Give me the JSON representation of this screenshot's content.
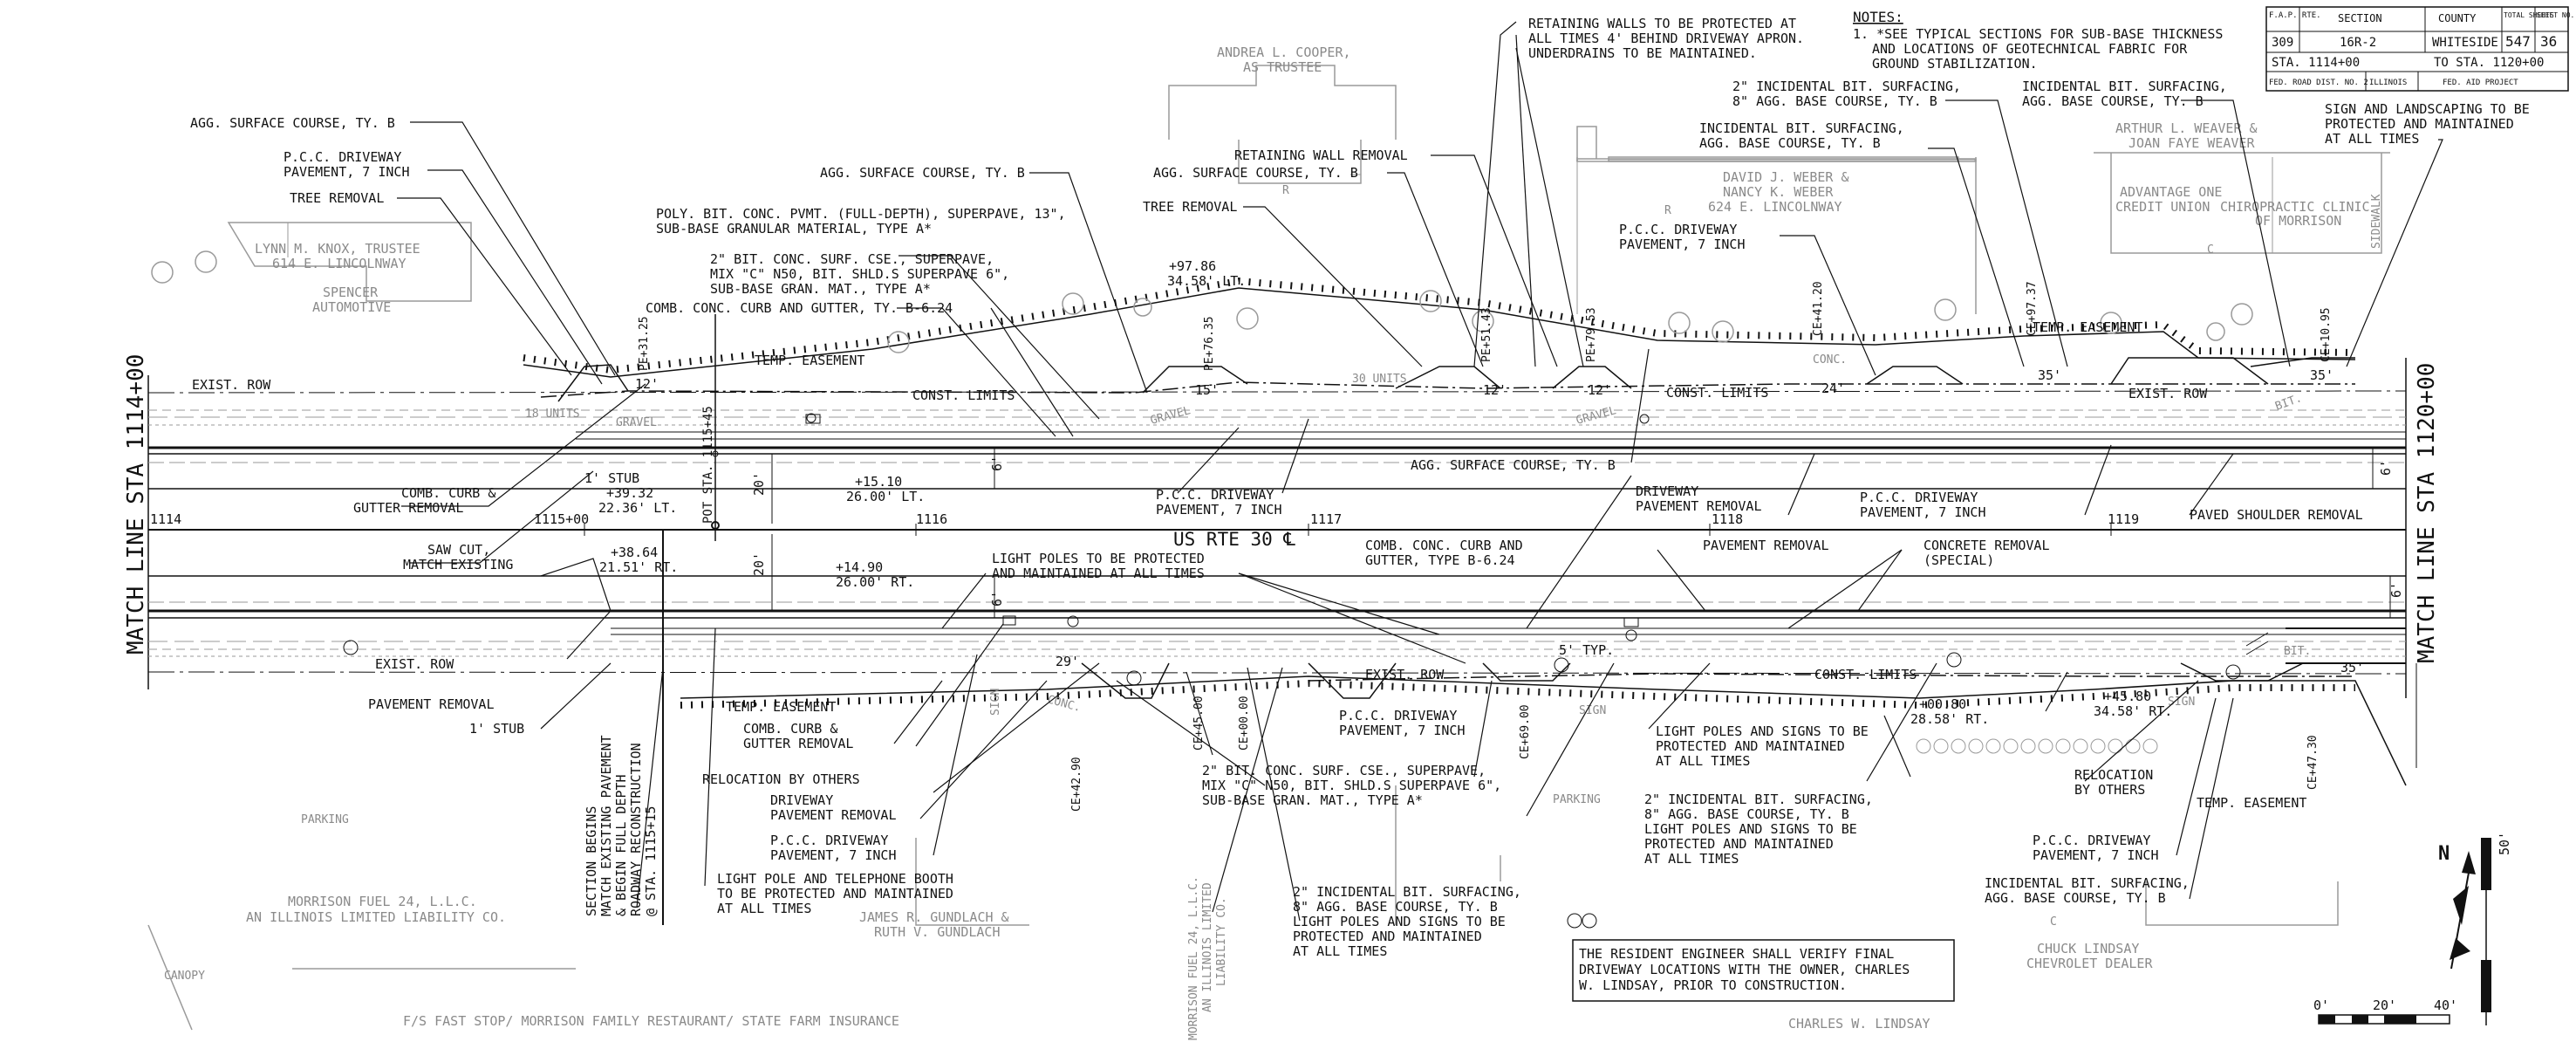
{
  "title_block": {
    "h_fap": "F.A.P. RTE.",
    "h_section": "SECTION",
    "h_county": "COUNTY",
    "h_total": "TOTAL SHEETS",
    "h_sheet": "SHEET NO.",
    "fap": "309",
    "section": "16R-2",
    "county": "WHITESIDE",
    "total": "547",
    "sheet": "36",
    "sta_from": "STA. 1114+00",
    "sta_to": "TO STA. 1120+00",
    "road_dist": "FED. ROAD DIST. NO. 2",
    "state": "ILLINOIS",
    "aid": "FED. AID PROJECT"
  },
  "notes": {
    "heading": "NOTES:",
    "line1": "1. *SEE TYPICAL SECTIONS FOR SUB-BASE THICKNESS",
    "line2": "AND LOCATIONS OF GEOTECHNICAL FABRIC FOR",
    "line3": "GROUND STABILIZATION."
  },
  "match_lines": {
    "left": "MATCH LINE STA 1114+00",
    "right": "MATCH LINE STA 1120+00"
  },
  "road": {
    "name": "US RTE 30 ℄",
    "stations": [
      "1114",
      "1115+00",
      "1116",
      "1117",
      "1118",
      "1119"
    ],
    "dim_20a": "20'",
    "dim_20b": "20'",
    "dim_6a": "6'",
    "dim_6b": "6'",
    "dim_6c": "6'",
    "dim_6d": "6'",
    "dim_12a": "12'",
    "dim_15": "15'",
    "dim_12b": "12'",
    "dim_12c": "12'",
    "dim_24": "24'",
    "dim_35a": "35'",
    "dim_35b": "35'",
    "dim_35c": "35'",
    "dim_29": "29'",
    "dim_5typ": "5' TYP."
  },
  "row_labels": {
    "exist_row_tl": "EXIST. ROW",
    "exist_row_tr": "EXIST. ROW",
    "exist_row_bl": "EXIST. ROW",
    "exist_row_bc": "EXIST. ROW",
    "temp_ease_t": "TEMP. EASEMENT",
    "temp_ease_tr": "TEMP. EASEMENT",
    "temp_ease_b": "TEMP. EASEMENT",
    "temp_ease_br": "TEMP. EASEMENT",
    "const_t1": "CONST. LIMITS",
    "const_t2": "CONST. LIMITS",
    "const_b": "CONST. LIMITS",
    "units18": "18 UNITS",
    "units30": "30 UNITS",
    "gravel1": "GRAVEL",
    "gravel2": "GRAVEL",
    "gravel3": "GRAVEL",
    "conc1": "CONC.",
    "conc2": "CONC.",
    "bit1": "BIT.",
    "bit2": "BIT.",
    "sign1": "SIGN",
    "sign2": "SIGN",
    "sign3": "SIGN",
    "parking1": "PARKING",
    "parking2": "PARKING",
    "canopy": "CANOPY",
    "sidewalk": "SIDEWALK",
    "r1": "R",
    "r2": "R",
    "c1": "C",
    "c2": "C"
  },
  "owners": {
    "andrea": "ANDREA L. COOPER,",
    "andrea2": "AS TRUSTEE",
    "weber1": "DAVID J. WEBER &",
    "weber2": "NANCY K. WEBER",
    "weber3": "624 E. LINCOLNWAY",
    "arthur1": "ARTHUR L. WEAVER &",
    "arthur2": "JOAN FAYE WEAVER",
    "advantage1": "ADVANTAGE ONE",
    "advantage2": "CREDIT UNION",
    "chiro1": "CHIROPRACTIC CLINIC",
    "chiro2": "OF MORRISON",
    "knox1": "LYNN M. KNOX, TRUSTEE",
    "knox2": "614 E. LINCOLNWAY",
    "spencer1": "SPENCER",
    "spencer2": "AUTOMOTIVE",
    "fuel1": "MORRISON FUEL 24, L.L.C.",
    "fuel2": "AN ILLINOIS LIMITED LIABILITY CO.",
    "gundlach1": "JAMES R. GUNDLACH &",
    "gundlach2": "RUTH V. GUNDLACH",
    "fuel_v1": "MORRISON FUEL 24, L.L.C.",
    "fuel_v2": "AN ILLINOIS LIMITED",
    "fuel_v3": "LIABILITY CO.",
    "lindsay1": "CHUCK LINDSAY",
    "lindsay2": "CHEVROLET DEALER",
    "bottom": "F/S FAST STOP/ MORRISON FAMILY RESTAURANT/ STATE FARM INSURANCE",
    "bottom_r": "CHARLES W. LINDSAY"
  },
  "callouts": {
    "agg_tl": "AGG. SURFACE COURSE, TY. B",
    "pcc_tl1": "P.C.C. DRIVEWAY",
    "pcc_tl2": "PAVEMENT, 7 INCH",
    "tree1": "TREE REMOVAL",
    "agg_tc": "AGG. SURFACE COURSE, TY. B",
    "poly1": "POLY. BIT. CONC. PVMT. (FULL-DEPTH), SUPERPAVE, 13\",",
    "poly2": "SUB-BASE GRANULAR MATERIAL, TYPE A*",
    "bit2a": "2\" BIT. CONC. SURF. CSE., SUPERPAVE,",
    "bit2b": "MIX \"C\" N50, BIT. SHLD.S SUPERPAVE 6\",",
    "bit2c": "SUB-BASE GRAN. MAT., TYPE A*",
    "curb_tc": "COMB. CONC. CURB AND GUTTER, TY. B-6.24",
    "walls1": "RETAINING WALLS TO BE PROTECTED AT",
    "walls2": "ALL TIMES 4' BEHIND DRIVEWAY APRON.",
    "walls3": "UNDERDRAINS TO BE MAINTAINED.",
    "wallrem": "RETAINING WALL REMOVAL",
    "agg_tr": "AGG. SURFACE COURSE, TY. B",
    "tree2": "TREE REMOVAL",
    "pcc_tr1": "P.C.C. DRIVEWAY",
    "pcc_tr2": "PAVEMENT, 7 INCH",
    "inc2a": "2\" INCIDENTAL BIT. SURFACING,",
    "inc2b": "8\" AGG. BASE COURSE, TY. B",
    "inc3a": "INCIDENTAL BIT. SURFACING,",
    "inc3b": "AGG. BASE COURSE, TY. B",
    "inc4a": "INCIDENTAL BIT. SURFACING,",
    "inc4b": "AGG. BASE COURSE, TY. B",
    "sign1": "SIGN AND LANDSCAPING TO BE",
    "sign2": "PROTECTED AND MAINTAINED",
    "sign3": "AT ALL TIMES",
    "sta_9786a": "+97.86",
    "sta_9786b": "34.58' LT.",
    "pe7635": "PE+76.35",
    "pe5143": "PE+51.43",
    "pe7953": "PE+79.53",
    "ce4120": "CE+41.20",
    "ce9737": "CE+97.37",
    "ce1095": "CE+10.95",
    "pe3125": "PE+31.25",
    "sta_3932a": "+39.32",
    "sta_3932b": "22.36' LT.",
    "stub1": "1' STUB",
    "sta_1510a": "+15.10",
    "sta_1510b": "26.00' LT.",
    "pcc_mid1": "P.C.C. DRIVEWAY",
    "pcc_mid2": "PAVEMENT, 7 INCH",
    "agg_mid": "AGG. SURFACE COURSE, TY. B",
    "dw_rem1": "DRIVEWAY",
    "dw_rem2": "PAVEMENT REMOVAL",
    "pcc_r1": "P.C.C. DRIVEWAY",
    "pcc_r2": "PAVEMENT, 7 INCH",
    "paved_shldr": "PAVED SHOULDER REMOVAL",
    "comb_l1": "COMB. CURB &",
    "comb_l2": "GUTTER REMOVAL",
    "saw1": "SAW CUT,",
    "saw2": "MATCH EXISTING",
    "sta_3864a": "+38.64",
    "sta_3864b": "21.51' RT.",
    "sta_1490a": "+14.90",
    "sta_1490b": "26.00' RT.",
    "lp1": "LIGHT POLES TO BE PROTECTED",
    "lp2": "AND MAINTAINED AT ALL TIMES",
    "comb_c1": "COMB. CONC. CURB AND",
    "comb_c2": "GUTTER, TYPE B-6.24",
    "pvrem": "PAVEMENT REMOVAL",
    "concrem1": "CONCRETE REMOVAL",
    "concrem2": "(SPECIAL)",
    "pvrem_l": "PAVEMENT REMOVAL",
    "stub2": "1' STUB",
    "sec1": "SECTION BEGINS",
    "sec2": "MATCH EXISTING PAVEMENT",
    "sec3": "& BEGIN FULL DEPTH",
    "sec4": "ROADWAY RECONSTRUCTION",
    "sec5": "@ STA. 1115+15",
    "poi": "POT STA. 1115+45",
    "temp_b": "TEMP. EASEMENT",
    "comb_b1": "COMB. CURB &",
    "comb_b2": "GUTTER REMOVAL",
    "reloc1": "RELOCATION BY OTHERS",
    "dwrem_b1": "DRIVEWAY",
    "dwrem_b2": "PAVEMENT REMOVAL",
    "pcc_b1": "P.C.C. DRIVEWAY",
    "pcc_b2": "PAVEMENT, 7 INCH",
    "booth1": "LIGHT POLE AND TELEPHONE BOOTH",
    "booth2": "TO BE PROTECTED AND MAINTAINED",
    "booth3": "AT ALL TIMES",
    "ce4290": "CE+42.90",
    "ce4500": "CE+45.00",
    "ce0000": "CE+00.00",
    "ce6900": "CE+69.00",
    "ce4730": "CE+47.30",
    "pcc_bc1": "P.C.C. DRIVEWAY",
    "pcc_bc2": "PAVEMENT, 7 INCH",
    "bitb1": "2\" BIT. CONC. SURF. CSE., SUPERPAVE,",
    "bitb2": "MIX \"C\" N50, BIT. SHLD.S SUPERPAVE 6\",",
    "bitb3": "SUB-BASE GRAN. MAT., TYPE A*",
    "incb1": "2\" INCIDENTAL BIT. SURFACING,",
    "incb2": "8\" AGG. BASE COURSE, TY. B",
    "incb3": "LIGHT POLES AND SIGNS TO BE",
    "incb4": "PROTECTED AND MAINTAINED",
    "incb5": "AT ALL TIMES",
    "lps1": "LIGHT POLES AND SIGNS TO BE",
    "lps2": "PROTECTED AND MAINTAINED",
    "lps3": "AT ALL TIMES",
    "incc1": "2\" INCIDENTAL BIT. SURFACING,",
    "incc2": "8\" AGG. BASE COURSE, TY. B",
    "incc3": "LIGHT POLES AND SIGNS TO BE",
    "incc4": "PROTECTED AND MAINTAINED",
    "incc5": "AT ALL TIMES",
    "sta_0080a": "+00.80",
    "sta_0080b": "28.58' RT.",
    "sta_4580a": "+45.80",
    "sta_4580b": "34.58' RT.",
    "reloc2a": "RELOCATION",
    "reloc2b": "BY OTHERS",
    "pcc_br1": "P.C.C. DRIVEWAY",
    "pcc_br2": "PAVEMENT, 7 INCH",
    "incbr1": "INCIDENTAL BIT. SURFACING,",
    "incbr2": "AGG. BASE COURSE, TY. B"
  },
  "engineer_note": {
    "line1": "THE RESIDENT ENGINEER SHALL VERIFY FINAL",
    "line2": "DRIVEWAY LOCATIONS WITH THE OWNER, CHARLES",
    "line3": "W. LINDSAY, PRIOR TO CONSTRUCTION."
  },
  "scale": {
    "s0": "0'",
    "s20": "20'",
    "s40": "40'",
    "s50": "50'",
    "north": "N"
  }
}
